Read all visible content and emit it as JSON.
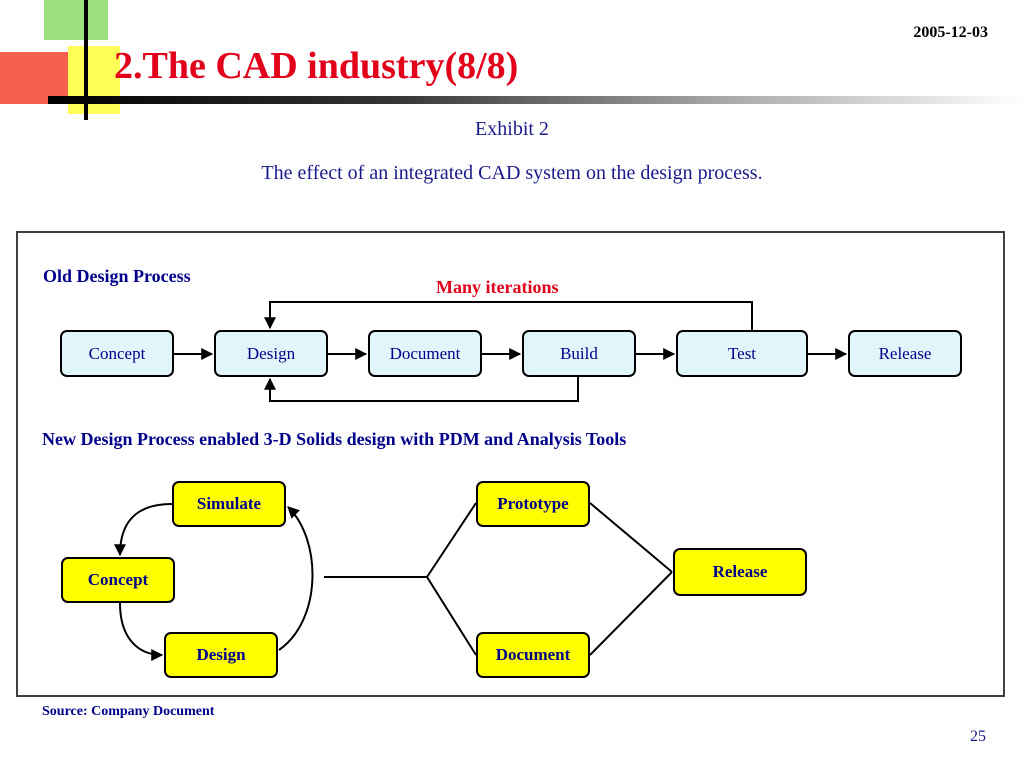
{
  "header": {
    "date": "2005-12-03",
    "title": "2.The CAD industry(8/8)",
    "exhibit": "Exhibit 2",
    "subtitle": "The effect of an integrated CAD system on the design process."
  },
  "old_process": {
    "title": "Old  Design Process",
    "iteration_label": "Many iterations",
    "steps": [
      "Concept",
      "Design",
      "Document",
      "Build",
      "Test",
      "Release"
    ]
  },
  "new_process": {
    "title": "New Design Process enabled 3-D Solids design with PDM and Analysis Tools",
    "concept": "Concept",
    "simulate": "Simulate",
    "design": "Design",
    "prototype": "Prototype",
    "document": "Document",
    "release": "Release"
  },
  "footer": {
    "source": "Source: Company Document",
    "page_number": "25"
  },
  "colors": {
    "title": "#e3001b",
    "text": "#00008b",
    "old_box": "#e0f6fb",
    "new_box": "#ffff00"
  }
}
